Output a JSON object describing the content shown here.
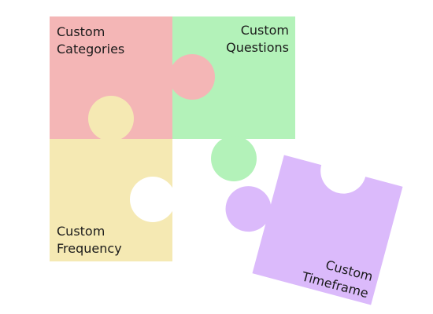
{
  "pieces": {
    "categories": {
      "label": "Custom\nCategories",
      "color": "#f4b6b6"
    },
    "questions": {
      "label": "Custom\nQuestions",
      "color": "#b3f2b9"
    },
    "frequency": {
      "label": "Custom\nFrequency",
      "color": "#f5e9b3"
    },
    "timeframe": {
      "label": "Custom\nTimeframe",
      "color": "#dbbafb"
    }
  },
  "background": "#ffffff"
}
